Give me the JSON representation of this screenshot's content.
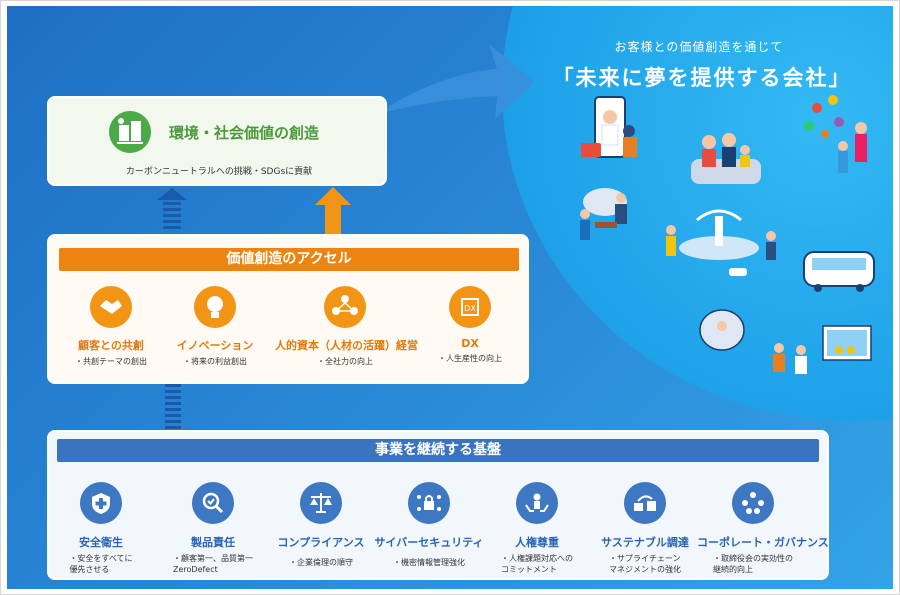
{
  "vision": {
    "subtitle": "お客様との価値創造を通じて",
    "title": "「未来に夢を提供する会社」"
  },
  "environment": {
    "title": "環境・社会価値の創造",
    "subtitle": "カーボンニュートラルへの挑戦・SDGsに貢献",
    "icon": "eco-building-icon"
  },
  "accel": {
    "header": "価値創造のアクセル",
    "items": [
      {
        "label": "顧客との共創",
        "desc": "・共創テーマの創出",
        "icon": "handshake-icon"
      },
      {
        "label": "イノベーション",
        "desc": "・将来の利益創出",
        "icon": "lightbulb-icon"
      },
      {
        "label": "人的資本（人材の活躍）経営",
        "desc": "・全社力の向上",
        "icon": "people-network-icon"
      },
      {
        "label": "DX",
        "desc": "・人生産性の向上",
        "icon": "dx-chip-icon"
      }
    ]
  },
  "base": {
    "header": "事業を継続する基盤",
    "items": [
      {
        "label": "安全衛生",
        "desc1": "・安全をすべてに",
        "desc2": "優先させる",
        "icon": "health-shield-icon"
      },
      {
        "label": "製品責任",
        "desc1": "・顧客第一、品質第一",
        "desc2": "ZeroDefect",
        "icon": "quality-check-icon"
      },
      {
        "label": "コンプライアンス",
        "desc1": "・企業倫理の順守",
        "desc2": "",
        "icon": "scales-icon"
      },
      {
        "label": "サイバーセキュリティ",
        "desc1": "・機密情報管理強化",
        "desc2": "",
        "icon": "cyber-lock-icon"
      },
      {
        "label": "人権尊重",
        "desc1": "・人権課題対応への",
        "desc2": "コミットメント",
        "icon": "people-care-icon"
      },
      {
        "label": "サステナブル調達",
        "desc1": "・サプライチェーン",
        "desc2": "マネジメントの強化",
        "icon": "supply-chain-icon"
      },
      {
        "label": "コーポレート・ガバナンス",
        "desc1": "・取締役会の実効性の",
        "desc2": "継続的向上",
        "icon": "governance-icon"
      }
    ]
  },
  "colors": {
    "green": "#4caa46",
    "orange": "#ee8410",
    "blue": "#3a73c0",
    "sky": "#1ea1e8"
  }
}
